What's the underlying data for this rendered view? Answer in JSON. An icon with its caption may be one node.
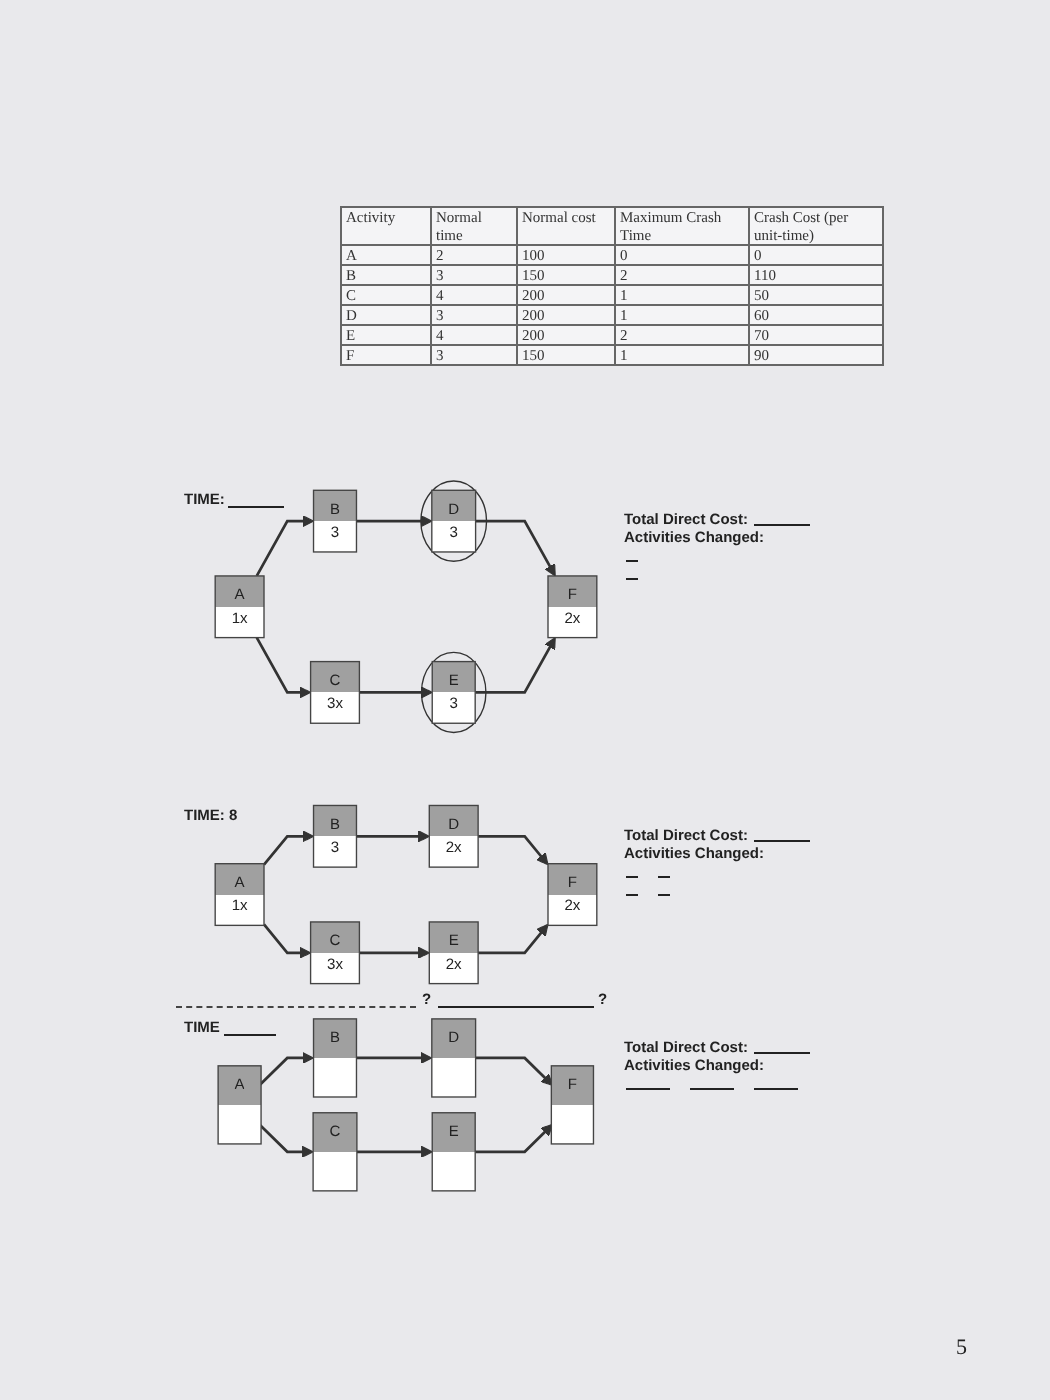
{
  "diagram": {
    "nodes": [
      {
        "text": [
          "A",
          "1x"
        ]
      },
      {
        "text": [
          "B",
          "3"
        ]
      },
      {
        "text": [
          "C",
          "3x"
        ]
      },
      {
        "text": [],
        "shape": "circle"
      },
      {
        "text": [
          "D",
          "3"
        ],
        "in": 3
      },
      {
        "text": [],
        "shape": "circle"
      },
      {
        "text": [
          "E",
          "3"
        ],
        "in": 5
      },
      {
        "text": [
          "F",
          "2x"
        ]
      },
      {
        "text": [
          "A",
          "1x"
        ]
      },
      {
        "text": [
          "B",
          "3"
        ]
      },
      {
        "text": [
          "C",
          "3x"
        ]
      },
      {
        "text": [
          "D",
          "2x"
        ]
      },
      {
        "text": [
          "E",
          "2x"
        ]
      },
      {
        "text": [
          "F",
          "2x"
        ]
      },
      {
        "text": [
          "A"
        ]
      },
      {
        "text": [
          "B"
        ]
      },
      {
        "text": [
          "C"
        ]
      },
      {
        "text": [
          "D"
        ]
      },
      {
        "text": [
          "E"
        ]
      },
      {
        "text": [
          "F"
        ]
      }
    ],
    "edges": [
      {
        "from": 0,
        "to": 1,
        "arrow": "to"
      },
      {
        "from": 0,
        "to": 2,
        "arrow": "to"
      },
      {
        "from": 1,
        "to": 4,
        "arrow": "to"
      },
      {
        "from": 2,
        "to": 6,
        "arrow": "to"
      },
      {
        "from": 4,
        "to": 7,
        "arrow": "to"
      },
      {
        "from": 6,
        "to": 7,
        "arrow": "to"
      },
      {
        "from": 8,
        "to": 9,
        "arrow": "to"
      },
      {
        "from": 8,
        "to": 10,
        "arrow": "to"
      },
      {
        "from": 9,
        "to": 11,
        "arrow": "to"
      },
      {
        "from": 10,
        "to": 12,
        "arrow": "to"
      },
      {
        "from": 11,
        "to": 13,
        "arrow": "to"
      },
      {
        "from": 12,
        "to": 13,
        "arrow": "to"
      },
      {
        "from": 14,
        "to": 15,
        "arrow": "to"
      },
      {
        "from": 14,
        "to": 16,
        "arrow": "to"
      },
      {
        "from": 15,
        "to": 17,
        "arrow": "to"
      },
      {
        "from": 16,
        "to": 18,
        "arrow": "to"
      },
      {
        "from": 17,
        "to": 19,
        "arrow": "to"
      },
      {
        "from": 18,
        "to": 19,
        "arrow": "to"
      }
    ],
    "labels": [
      "Activity",
      "Normal time",
      "Normal cost",
      "Maximum Crash Time",
      "Crash Cost (per unit-time)",
      "A",
      "2",
      "100",
      "0",
      "0",
      "B",
      "3",
      "150",
      "2",
      "110",
      "C",
      "4",
      "200",
      "1",
      "50",
      "D",
      "3",
      "200",
      "1",
      "60",
      "E",
      "4",
      "200",
      "2",
      "70",
      "F",
      "3",
      "150",
      "1",
      "90",
      "TIME:",
      "Total Direct Cost:",
      "Activities Changed:",
      "TIME: 8",
      "Total Direct Cost:",
      "Activities Changed:",
      "?",
      "?",
      "TIME",
      "Total Direct Cost:",
      "Activities Changed:",
      "5"
    ]
  }
}
